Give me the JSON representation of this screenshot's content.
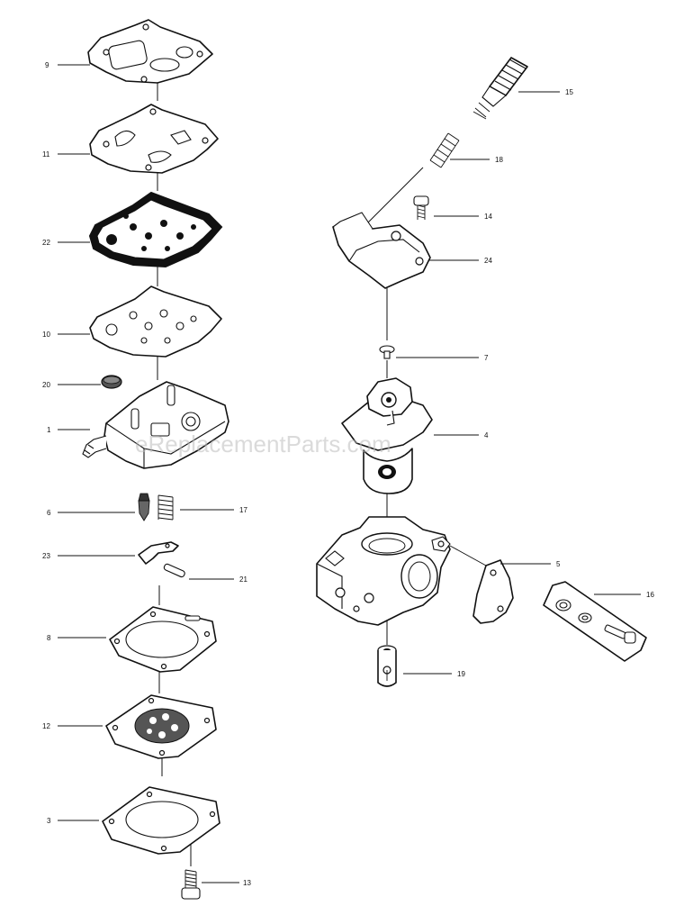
{
  "watermark": "eReplacementParts.com",
  "parts": [
    {
      "id": "p9",
      "label": "9"
    },
    {
      "id": "p11",
      "label": "11"
    },
    {
      "id": "p22",
      "label": "22"
    },
    {
      "id": "p10",
      "label": "10"
    },
    {
      "id": "p20",
      "label": "20"
    },
    {
      "id": "p1",
      "label": "1"
    },
    {
      "id": "p6",
      "label": "6"
    },
    {
      "id": "p17",
      "label": "17"
    },
    {
      "id": "p23",
      "label": "23"
    },
    {
      "id": "p21",
      "label": "21"
    },
    {
      "id": "p8",
      "label": "8"
    },
    {
      "id": "p12",
      "label": "12"
    },
    {
      "id": "p3",
      "label": "3"
    },
    {
      "id": "p13",
      "label": "13"
    },
    {
      "id": "p15",
      "label": "15"
    },
    {
      "id": "p18",
      "label": "18"
    },
    {
      "id": "p14",
      "label": "14"
    },
    {
      "id": "p24",
      "label": "24"
    },
    {
      "id": "p7",
      "label": "7"
    },
    {
      "id": "p4",
      "label": "4"
    },
    {
      "id": "p5",
      "label": "5"
    },
    {
      "id": "p16",
      "label": "16"
    },
    {
      "id": "p19",
      "label": "19"
    }
  ]
}
